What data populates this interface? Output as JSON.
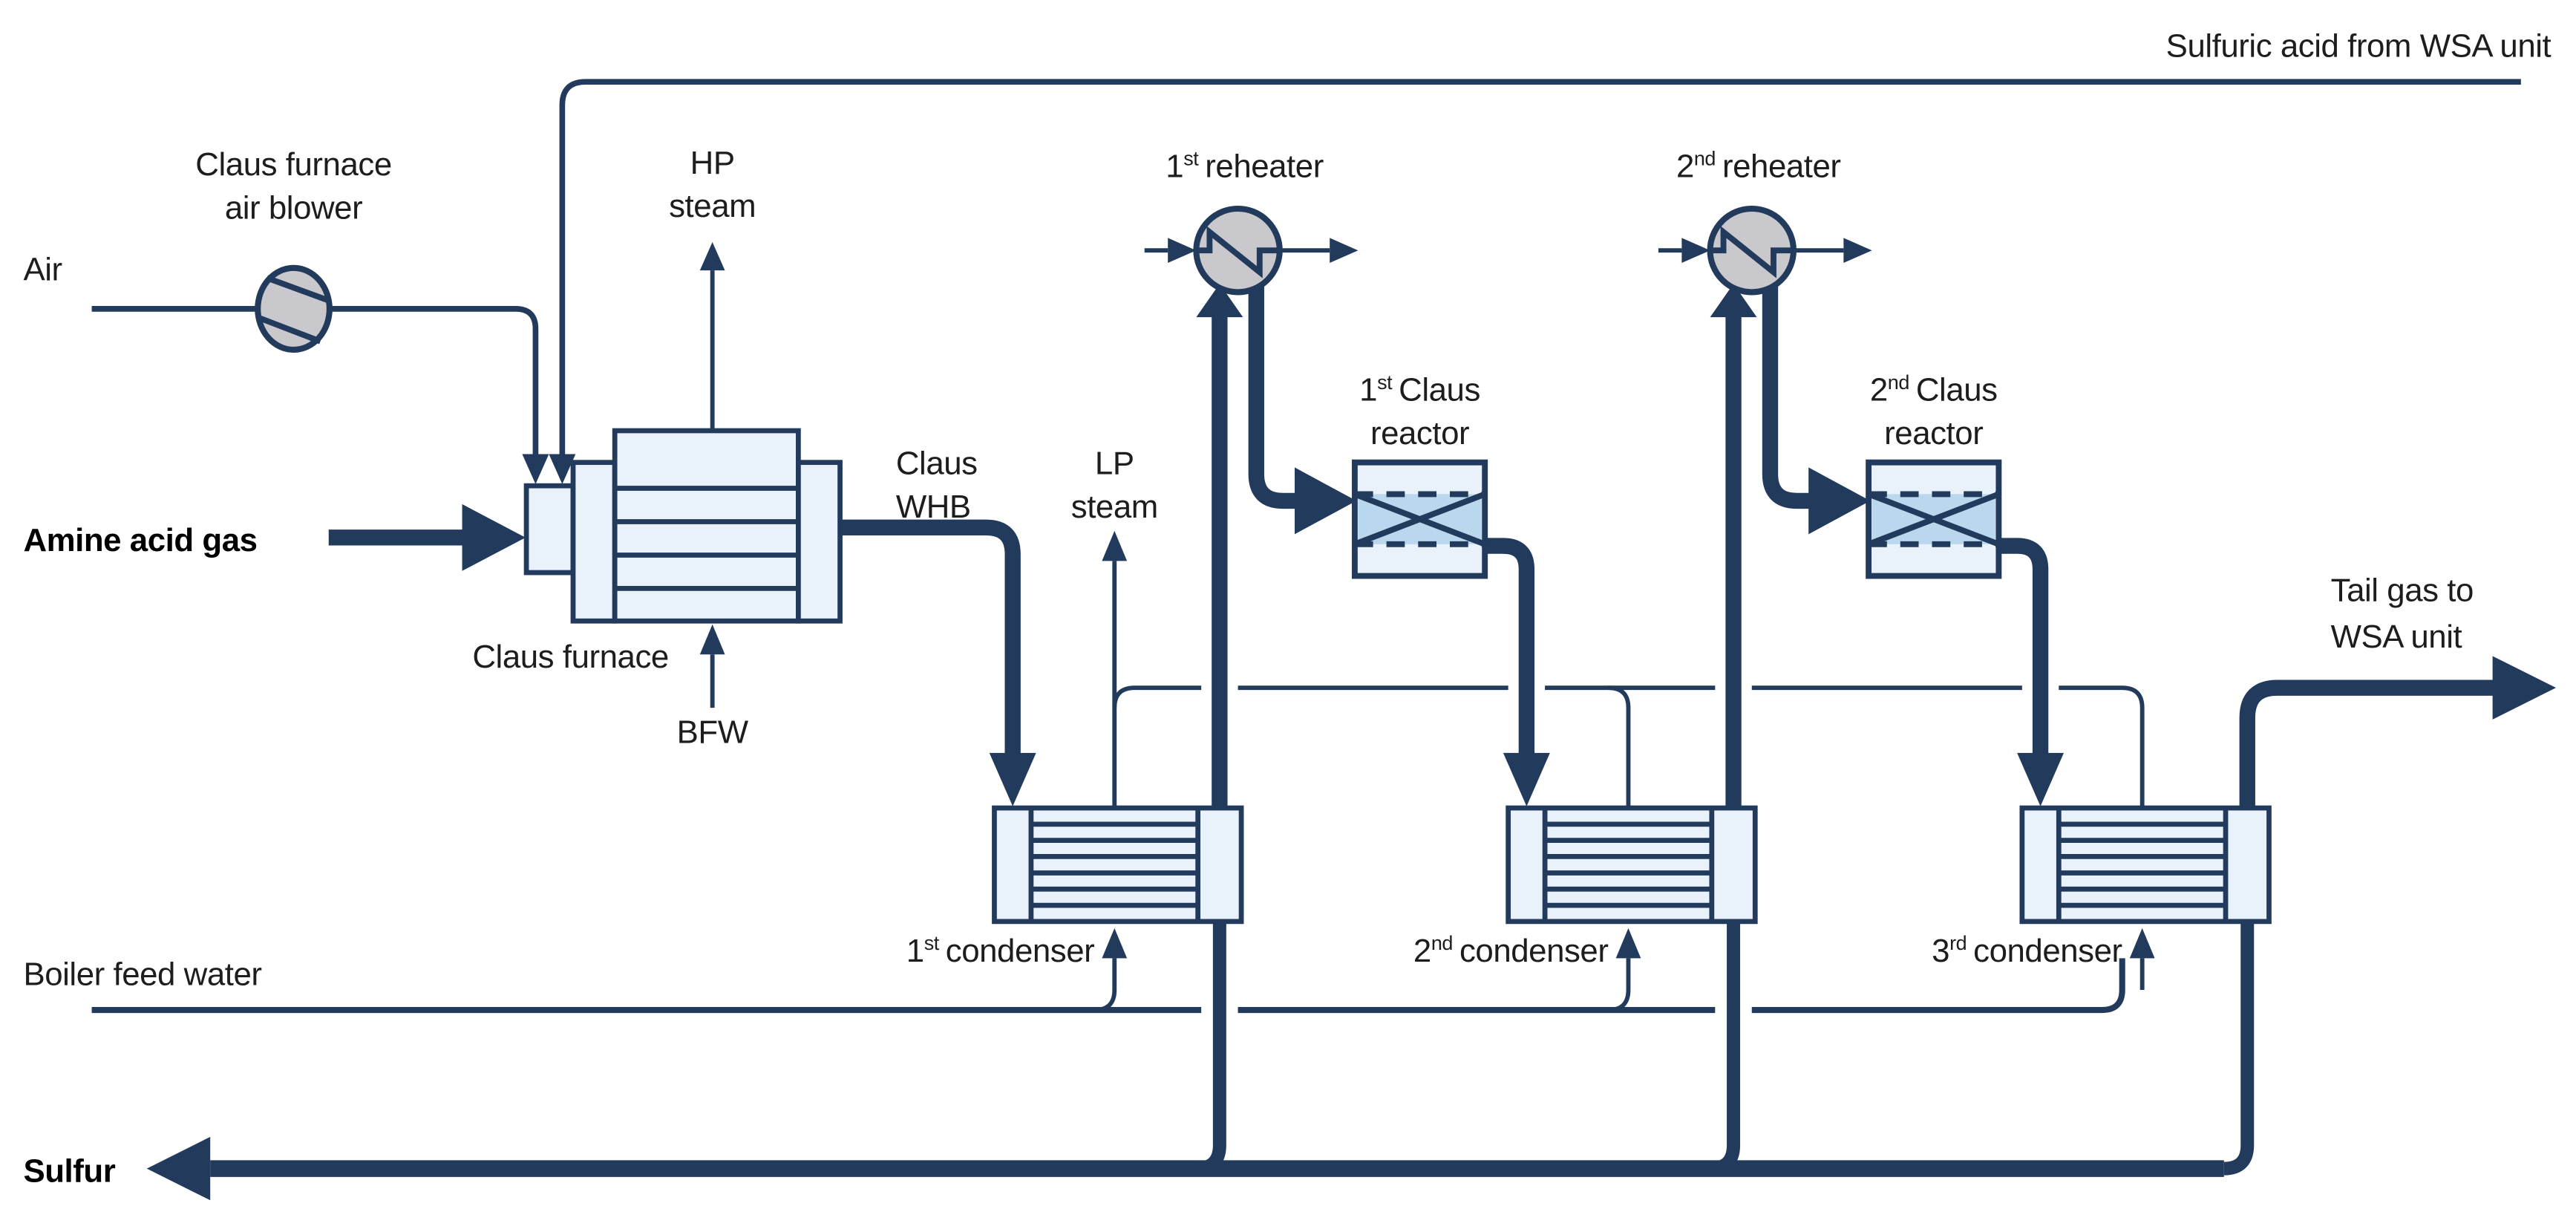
{
  "colors": {
    "line_navy": "#223a5c",
    "equipment_fill": "#e9f1fa",
    "catalyst_fill": "#b9d8ee",
    "machine_fill": "#c9c9cd",
    "text_color": "#1d1d1d",
    "background": "#ffffff"
  },
  "streams": {
    "sulfuric_acid": {
      "label": "Sulfuric acid from WSA unit"
    },
    "air": {
      "label": "Air"
    },
    "amine_acid_gas": {
      "label": "Amine acid gas"
    },
    "hp_steam": {
      "line1": "HP",
      "line2": "steam"
    },
    "lp_steam": {
      "line1": "LP",
      "line2": "steam"
    },
    "bfw": {
      "label": "BFW"
    },
    "boiler_feed_water": {
      "label": "Boiler feed water"
    },
    "sulfur": {
      "label": "Sulfur"
    },
    "tail_gas": {
      "line1": "Tail gas to",
      "line2": "WSA unit"
    }
  },
  "equipment": {
    "air_blower": {
      "line1": "Claus furnace",
      "line2": "air blower"
    },
    "claus_furnace": {
      "label": "Claus furnace"
    },
    "claus_whb": {
      "line1": "Claus",
      "line2": "WHB"
    },
    "reheater_1": {
      "ordinal": "1",
      "suffix": "st",
      "name": "reheater"
    },
    "reheater_2": {
      "ordinal": "2",
      "suffix": "nd",
      "name": "reheater"
    },
    "claus_reactor_1": {
      "ordinal": "1",
      "suffix": "st",
      "name": "Claus",
      "line2": "reactor"
    },
    "claus_reactor_2": {
      "ordinal": "2",
      "suffix": "nd",
      "name": "Claus",
      "line2": "reactor"
    },
    "condenser_1": {
      "ordinal": "1",
      "suffix": "st",
      "name": "condenser"
    },
    "condenser_2": {
      "ordinal": "2",
      "suffix": "nd",
      "name": "condenser"
    },
    "condenser_3": {
      "ordinal": "3",
      "suffix": "rd",
      "name": "condenser"
    }
  }
}
